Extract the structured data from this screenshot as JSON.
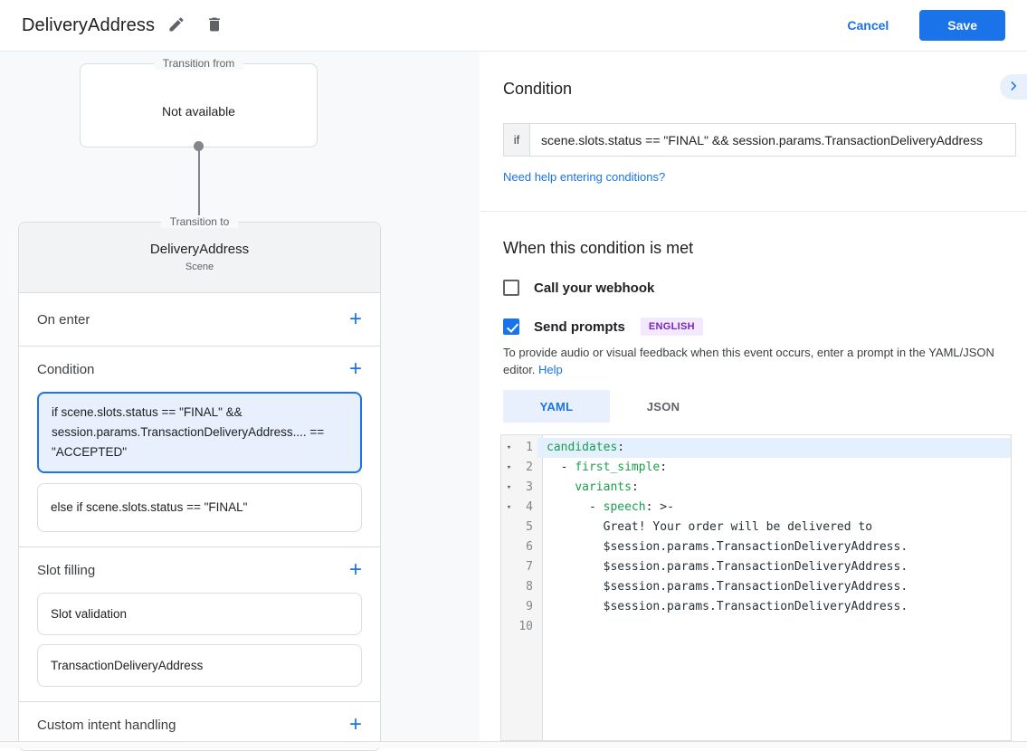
{
  "header": {
    "title": "DeliveryAddress",
    "cancel_label": "Cancel",
    "save_label": "Save"
  },
  "canvas": {
    "transition_from": {
      "label": "Transition from",
      "value": "Not available"
    },
    "transition_to": {
      "label": "Transition to",
      "scene_name": "DeliveryAddress",
      "scene_type": "Scene"
    },
    "on_enter": {
      "title": "On enter"
    },
    "condition": {
      "title": "Condition",
      "selected_condition": "if scene.slots.status == \"FINAL\" && session.params.TransactionDeliveryAddress.... == \"ACCEPTED\"",
      "else_condition": "else if scene.slots.status == \"FINAL\""
    },
    "slot_filling": {
      "title": "Slot filling",
      "items": [
        "Slot validation",
        "TransactionDeliveryAddress"
      ]
    },
    "custom_intent": {
      "title": "Custom intent handling"
    }
  },
  "detail": {
    "condition_title": "Condition",
    "if_label": "if",
    "expression": "scene.slots.status == \"FINAL\" && session.params.TransactionDeliveryAddress",
    "help_link": "Need help entering conditions?",
    "when_met_title": "When this condition is met",
    "webhook": {
      "label": "Call your webhook",
      "checked": false
    },
    "prompts": {
      "label": "Send prompts",
      "checked": true,
      "badge": "ENGLISH"
    },
    "description": "To provide audio or visual feedback when this event occurs, enter a prompt in the YAML/JSON editor.",
    "description_help_label": "Help",
    "tabs": [
      {
        "label": "YAML",
        "active": true
      },
      {
        "label": "JSON",
        "active": false
      }
    ],
    "editor": {
      "lines": [
        {
          "num": 1,
          "fold": true,
          "highlight": true,
          "segments": [
            {
              "t": "candidates",
              "c": "key"
            },
            {
              "t": ":",
              "c": "plain"
            }
          ]
        },
        {
          "num": 2,
          "fold": true,
          "segments": [
            {
              "t": "  - ",
              "c": "plain"
            },
            {
              "t": "first_simple",
              "c": "key"
            },
            {
              "t": ":",
              "c": "plain"
            }
          ]
        },
        {
          "num": 3,
          "fold": true,
          "segments": [
            {
              "t": "    ",
              "c": "plain"
            },
            {
              "t": "variants",
              "c": "key"
            },
            {
              "t": ":",
              "c": "plain"
            }
          ]
        },
        {
          "num": 4,
          "fold": true,
          "segments": [
            {
              "t": "      - ",
              "c": "plain"
            },
            {
              "t": "speech",
              "c": "key"
            },
            {
              "t": ": >-",
              "c": "plain"
            }
          ]
        },
        {
          "num": 5,
          "segments": [
            {
              "t": "        Great! Your order will be delivered to",
              "c": "plain"
            }
          ]
        },
        {
          "num": 6,
          "segments": [
            {
              "t": "        $session.params.TransactionDeliveryAddress.",
              "c": "plain"
            }
          ]
        },
        {
          "num": 7,
          "segments": [
            {
              "t": "        $session.params.TransactionDeliveryAddress.",
              "c": "plain"
            }
          ]
        },
        {
          "num": 8,
          "segments": [
            {
              "t": "        $session.params.TransactionDeliveryAddress.",
              "c": "plain"
            }
          ]
        },
        {
          "num": 9,
          "segments": [
            {
              "t": "        $session.params.TransactionDeliveryAddress.",
              "c": "plain"
            }
          ]
        },
        {
          "num": 10,
          "segments": []
        }
      ]
    }
  },
  "colors": {
    "accent_blue": "#1a73e8",
    "selected_card_bg": "#e8f0fe",
    "badge_purple_bg": "#f3e8fd",
    "badge_purple_text": "#7627ba",
    "yaml_key_green": "#1a9e4b"
  }
}
